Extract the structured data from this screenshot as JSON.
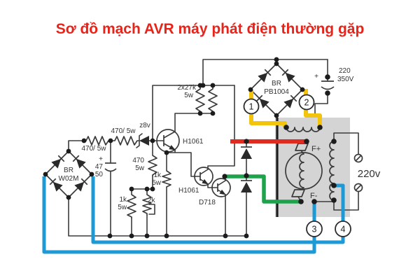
{
  "title": "Sơ đồ mạch AVR máy phát điện thường gặp",
  "colors": {
    "title": "#e8231a",
    "wire_yellow": "#f2c40e",
    "wire_red": "#e02b20",
    "wire_green": "#1ea34c",
    "wire_blue": "#1d9ad6",
    "box_fill": "#d4d4d4",
    "line": "#3b3b3b"
  },
  "components": {
    "bridge_main": {
      "line1": "BR",
      "line2": "PB1004"
    },
    "bridge_aux": {
      "line1": "BR",
      "line2": "W02M"
    },
    "cap_main": {
      "value": "220",
      "voltage": "350V",
      "polarity": "+"
    },
    "cap_aux": {
      "value": "47",
      "voltage": "50",
      "polarity": "+"
    },
    "res_27k": {
      "value": "2x27k",
      "power": "5w"
    },
    "res_470_h1": {
      "value": "470/ 5w"
    },
    "res_470_h2": {
      "value": "470/ 5w"
    },
    "zener": {
      "value": "z8v"
    },
    "res_470_v": {
      "value": "470",
      "power": "5w"
    },
    "res_1k_top": {
      "value": "1k",
      "power": "5w"
    },
    "res_1k_bottom": {
      "value": "1k",
      "power": "5w"
    },
    "res_2k": {
      "value": "2k"
    },
    "q1": {
      "value": "H1061"
    },
    "q2": {
      "value": "H1061"
    },
    "q3": {
      "value": "D718"
    },
    "rotor": {
      "f_plus": "F+",
      "f_minus": "F-"
    },
    "output": {
      "voltage": "220v"
    }
  },
  "terminals": {
    "t1": "1",
    "t2": "2",
    "t3": "3",
    "t4": "4"
  }
}
